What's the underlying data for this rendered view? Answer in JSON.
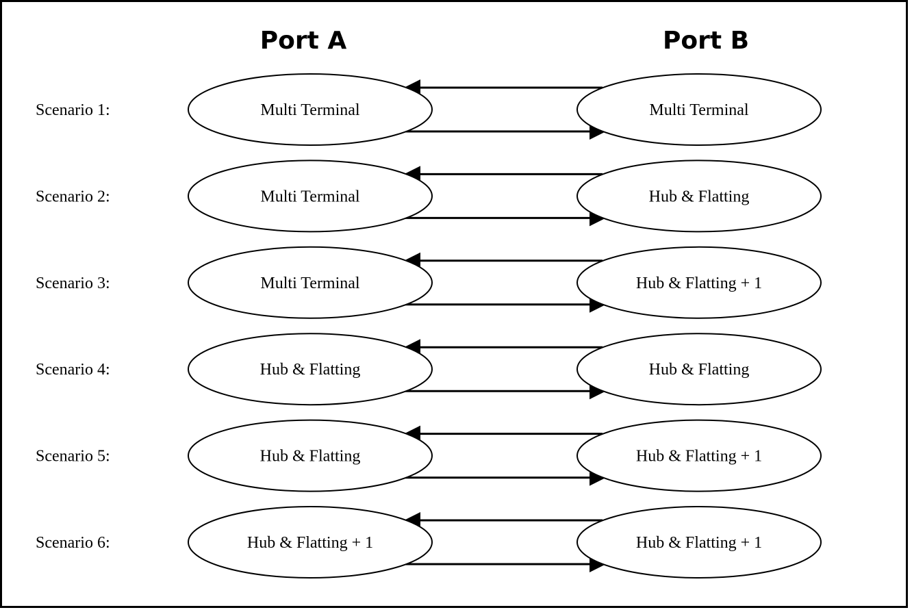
{
  "headers": {
    "port_a": "Port A",
    "port_b": "Port B"
  },
  "scenarios": [
    {
      "label": "Scenario 1:",
      "port_a": "Multi Terminal",
      "port_b": "Multi Terminal"
    },
    {
      "label": "Scenario 2:",
      "port_a": "Multi Terminal",
      "port_b": "Hub & Flatting"
    },
    {
      "label": "Scenario 3:",
      "port_a": "Multi Terminal",
      "port_b": "Hub & Flatting + 1"
    },
    {
      "label": "Scenario 4:",
      "port_a": "Hub & Flatting",
      "port_b": "Hub & Flatting"
    },
    {
      "label": "Scenario 5:",
      "port_a": "Hub & Flatting",
      "port_b": "Hub & Flatting + 1"
    },
    {
      "label": "Scenario 6:",
      "port_a": "Hub & Flatting + 1",
      "port_b": "Hub & Flatting + 1"
    }
  ]
}
